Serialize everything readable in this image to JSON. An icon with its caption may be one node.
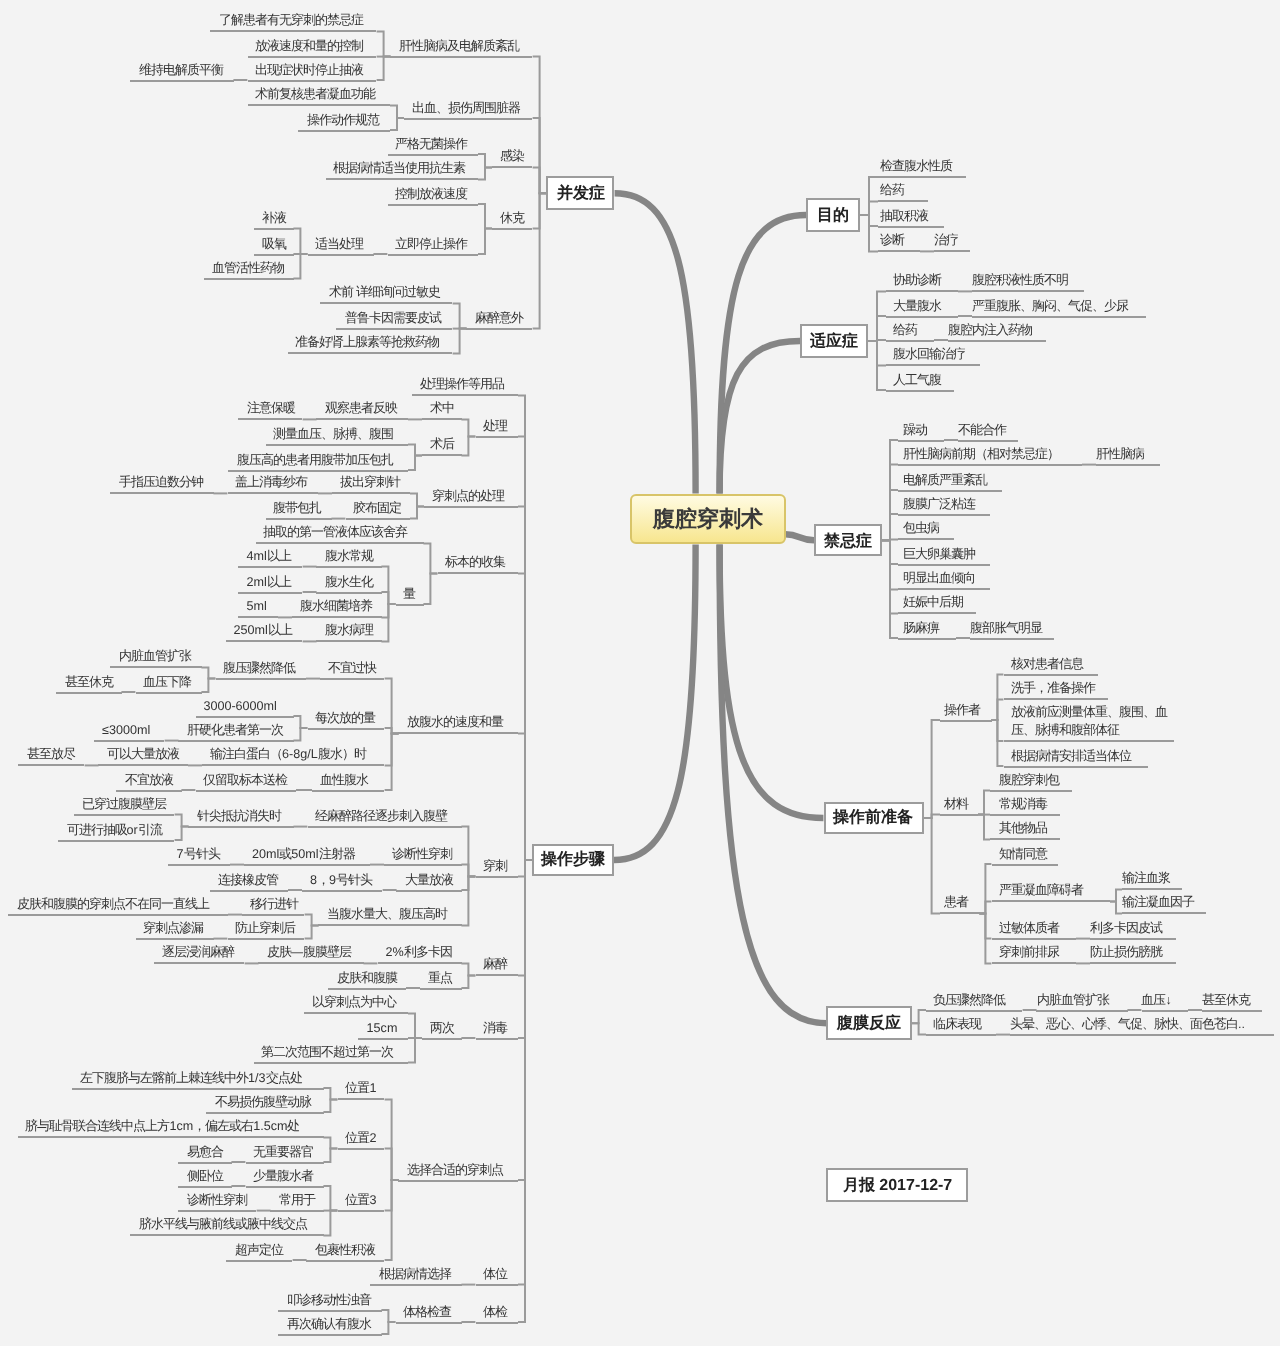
{
  "diagram": {
    "nodes": [
      {
        "text": [
          "腹腔穿刺术"
        ]
      },
      {
        "text": [
          "目的"
        ]
      },
      {
        "text": [
          "检查腹水性质"
        ]
      },
      {
        "text": [
          "给药"
        ]
      },
      {
        "text": [
          "抽取积液"
        ]
      },
      {
        "text": [
          "诊断"
        ]
      },
      {
        "text": [
          "治疗"
        ]
      },
      {
        "text": [
          "适应症"
        ]
      },
      {
        "text": [
          "协助诊断"
        ]
      },
      {
        "text": [
          "腹腔积液性质不明"
        ]
      },
      {
        "text": [
          "大量腹水"
        ]
      },
      {
        "text": [
          "严重腹胀、胸闷、气促、少尿"
        ]
      },
      {
        "text": [
          "给药"
        ]
      },
      {
        "text": [
          "腹腔内注入药物"
        ]
      },
      {
        "text": [
          "腹水回输治疗"
        ]
      },
      {
        "text": [
          "人工气腹"
        ]
      },
      {
        "text": [
          "禁忌症"
        ]
      },
      {
        "text": [
          "躁动"
        ]
      },
      {
        "text": [
          "不能合作"
        ]
      },
      {
        "text": [
          "肝性脑病前期（相对禁忌症）"
        ]
      },
      {
        "text": [
          "肝性脑病"
        ]
      },
      {
        "text": [
          "电解质严重紊乱"
        ]
      },
      {
        "text": [
          "腹膜广泛粘连"
        ]
      },
      {
        "text": [
          "包虫病"
        ]
      },
      {
        "text": [
          "巨大卵巢囊肿"
        ]
      },
      {
        "text": [
          "明显出血倾向"
        ]
      },
      {
        "text": [
          "妊娠中后期"
        ]
      },
      {
        "text": [
          "肠麻痹"
        ]
      },
      {
        "text": [
          "腹部胀气明显"
        ]
      },
      {
        "text": [
          "操作前准备"
        ]
      },
      {
        "text": [
          "操作者"
        ]
      },
      {
        "text": [
          "核对患者信息"
        ]
      },
      {
        "text": [
          "洗手，准备操作"
        ]
      },
      {
        "text": [
          "放液前应测量体重、腹围、血压、脉搏和腹部体征"
        ]
      },
      {
        "text": [
          "根据病情安排适当体位"
        ]
      },
      {
        "text": [
          "材料"
        ]
      },
      {
        "text": [
          "腹腔穿刺包"
        ]
      },
      {
        "text": [
          "常规消毒"
        ]
      },
      {
        "text": [
          "其他物品"
        ]
      },
      {
        "text": [
          "患者"
        ]
      },
      {
        "text": [
          "知情同意"
        ]
      },
      {
        "text": [
          "严重凝血障碍者"
        ]
      },
      {
        "text": [
          "输注血浆"
        ]
      },
      {
        "text": [
          "输注凝血因子"
        ]
      },
      {
        "text": [
          "过敏体质者"
        ]
      },
      {
        "text": [
          "利多卡因皮试"
        ]
      },
      {
        "text": [
          "穿刺前排尿"
        ]
      },
      {
        "text": [
          "防止损伤膀胱"
        ]
      },
      {
        "text": [
          "腹膜反应"
        ]
      },
      {
        "text": [
          "负压骤然降低"
        ]
      },
      {
        "text": [
          "内脏血管扩张"
        ]
      },
      {
        "text": [
          "血压↓"
        ]
      },
      {
        "text": [
          "甚至休克"
        ]
      },
      {
        "text": [
          "临床表现"
        ]
      },
      {
        "text": [
          "头晕、恶心、心悸、气促、脉快、面色苍白.."
        ]
      },
      {
        "text": [
          "操作步骤"
        ]
      },
      {
        "text": [
          "处理操作等用品"
        ]
      },
      {
        "text": [
          "处理"
        ]
      },
      {
        "text": [
          "术中"
        ]
      },
      {
        "text": [
          "观察患者反映"
        ]
      },
      {
        "text": [
          "注意保暖"
        ]
      },
      {
        "text": [
          "术后"
        ]
      },
      {
        "text": [
          "测量血压、脉搏、腹围"
        ]
      },
      {
        "text": [
          "腹压高的患者用腹带加压包扎"
        ]
      },
      {
        "text": [
          "穿刺点的处理"
        ]
      },
      {
        "text": [
          "拔出穿刺针"
        ]
      },
      {
        "text": [
          "盖上消毒纱布"
        ]
      },
      {
        "text": [
          "手指压迫数分钟"
        ]
      },
      {
        "text": [
          "胶布固定"
        ]
      },
      {
        "text": [
          "腹带包扎"
        ]
      },
      {
        "text": [
          "标本的收集"
        ]
      },
      {
        "text": [
          "抽取的第一管液体应该舍弃"
        ]
      },
      {
        "text": [
          "量"
        ]
      },
      {
        "text": [
          "腹水常规"
        ]
      },
      {
        "text": [
          "4ml以上"
        ]
      },
      {
        "text": [
          "腹水生化"
        ]
      },
      {
        "text": [
          "2ml以上"
        ]
      },
      {
        "text": [
          "腹水细菌培养"
        ]
      },
      {
        "text": [
          "5ml"
        ]
      },
      {
        "text": [
          "腹水病理"
        ]
      },
      {
        "text": [
          "250ml以上"
        ]
      },
      {
        "text": [
          "放腹水的速度和量"
        ]
      },
      {
        "text": [
          "不宜过快"
        ]
      },
      {
        "text": [
          "腹压骤然降低"
        ]
      },
      {
        "text": [
          "内脏血管扩张"
        ]
      },
      {
        "text": [
          "血压下降"
        ]
      },
      {
        "text": [
          "甚至休克"
        ]
      },
      {
        "text": [
          "每次放的量"
        ]
      },
      {
        "text": [
          "3000-6000ml"
        ]
      },
      {
        "text": [
          "肝硬化患者第一次"
        ]
      },
      {
        "text": [
          "≤3000ml"
        ]
      },
      {
        "text": [
          "输注白蛋白（6-8g/L腹水）时"
        ]
      },
      {
        "text": [
          "可以大量放液"
        ]
      },
      {
        "text": [
          "甚至放尽"
        ]
      },
      {
        "text": [
          "血性腹水"
        ]
      },
      {
        "text": [
          "仅留取标本送检"
        ]
      },
      {
        "text": [
          "不宜放液"
        ]
      },
      {
        "text": [
          "穿刺"
        ]
      },
      {
        "text": [
          "经麻醉路径逐步刺入腹壁"
        ]
      },
      {
        "text": [
          "针尖抵抗消失时"
        ]
      },
      {
        "text": [
          "已穿过腹膜壁层"
        ]
      },
      {
        "text": [
          "可进行抽吸or引流"
        ]
      },
      {
        "text": [
          "诊断性穿刺"
        ]
      },
      {
        "text": [
          "20ml或50ml注射器"
        ]
      },
      {
        "text": [
          "7号针头"
        ]
      },
      {
        "text": [
          "大量放液"
        ]
      },
      {
        "text": [
          "8，9号针头"
        ]
      },
      {
        "text": [
          "连接橡皮管"
        ]
      },
      {
        "text": [
          "当腹水量大、腹压高时"
        ]
      },
      {
        "text": [
          "移行进针"
        ]
      },
      {
        "text": [
          "皮肤和腹膜的穿刺点不在同一直线上"
        ]
      },
      {
        "text": [
          "防止穿刺后"
        ]
      },
      {
        "text": [
          "穿刺点渗漏"
        ]
      },
      {
        "text": [
          "麻醉"
        ]
      },
      {
        "text": [
          "2%利多卡因"
        ]
      },
      {
        "text": [
          "皮肤—腹膜壁层"
        ]
      },
      {
        "text": [
          "逐层浸润麻醉"
        ]
      },
      {
        "text": [
          "重点"
        ]
      },
      {
        "text": [
          "皮肤和腹膜"
        ]
      },
      {
        "text": [
          "消毒"
        ]
      },
      {
        "text": [
          "两次"
        ]
      },
      {
        "text": [
          "以穿刺点为中心"
        ]
      },
      {
        "text": [
          "15cm"
        ]
      },
      {
        "text": [
          "第二次范围不超过第一次"
        ]
      },
      {
        "text": [
          "选择合适的穿刺点"
        ]
      },
      {
        "text": [
          "位置1"
        ]
      },
      {
        "text": [
          "左下腹脐与左髂前上棘连线中外1/3交点处"
        ]
      },
      {
        "text": [
          "不易损伤腹壁动脉"
        ]
      },
      {
        "text": [
          "位置2"
        ]
      },
      {
        "text": [
          "脐与耻骨联合连线中点上方1cm，偏左或右1.5cm处"
        ]
      },
      {
        "text": [
          "无重要器官"
        ]
      },
      {
        "text": [
          "易愈合"
        ]
      },
      {
        "text": [
          "位置3"
        ]
      },
      {
        "text": [
          "少量腹水者"
        ]
      },
      {
        "text": [
          "侧卧位"
        ]
      },
      {
        "text": [
          "常用于"
        ]
      },
      {
        "text": [
          "诊断性穿刺"
        ]
      },
      {
        "text": [
          "脐水平线与腋前线或腋中线交点"
        ]
      },
      {
        "text": [
          "包裹性积液"
        ]
      },
      {
        "text": [
          "超声定位"
        ]
      },
      {
        "text": [
          "体位"
        ]
      },
      {
        "text": [
          "根据病情选择"
        ]
      },
      {
        "text": [
          "体检"
        ]
      },
      {
        "text": [
          "体格检查"
        ]
      },
      {
        "text": [
          "叩诊移动性浊音"
        ]
      },
      {
        "text": [
          "再次确认有腹水"
        ]
      },
      {
        "text": [
          "并发症"
        ]
      },
      {
        "text": [
          "肝性脑病及电解质紊乱"
        ]
      },
      {
        "text": [
          "了解患者有无穿刺的禁忌症"
        ]
      },
      {
        "text": [
          "放液速度和量的控制"
        ]
      },
      {
        "text": [
          "出现症状时停止抽液"
        ]
      },
      {
        "text": [
          "维持电解质平衡"
        ]
      },
      {
        "text": [
          "出血、损伤周围脏器"
        ]
      },
      {
        "text": [
          "术前复核患者凝血功能"
        ]
      },
      {
        "text": [
          "操作动作规范"
        ]
      },
      {
        "text": [
          "感染"
        ]
      },
      {
        "text": [
          "严格无菌操作"
        ]
      },
      {
        "text": [
          "根据病情适当使用抗生素"
        ]
      },
      {
        "text": [
          "休克"
        ]
      },
      {
        "text": [
          "控制放液速度"
        ]
      },
      {
        "text": [
          "立即停止操作"
        ]
      },
      {
        "text": [
          "适当处理"
        ]
      },
      {
        "text": [
          "补液"
        ]
      },
      {
        "text": [
          "吸氧"
        ]
      },
      {
        "text": [
          "血管活性药物"
        ]
      },
      {
        "text": [
          "麻醉意外"
        ]
      },
      {
        "text": [
          "术前 详细询问过敏史"
        ]
      },
      {
        "text": [
          "普鲁卡因需要皮试"
        ]
      },
      {
        "text": [
          "准备好肾上腺素等抢救药物"
        ]
      },
      {
        "text": [
          "月报 2017-12-7"
        ]
      }
    ],
    "edges": [
      {
        "from": 0,
        "to": 1,
        "arrow": "none",
        "style": "thick"
      },
      {
        "from": 0,
        "to": 7,
        "arrow": "none",
        "style": "thick"
      },
      {
        "from": 0,
        "to": 16,
        "arrow": "none",
        "style": "thick"
      },
      {
        "from": 0,
        "to": 29,
        "arrow": "none",
        "style": "thick"
      },
      {
        "from": 0,
        "to": 48,
        "arrow": "none",
        "style": "thick"
      },
      {
        "from": 0,
        "to": 55,
        "arrow": "none",
        "style": "thick"
      },
      {
        "from": 0,
        "to": 146,
        "arrow": "none",
        "style": "thick"
      },
      {
        "from": 1,
        "to": 2,
        "arrow": "none"
      },
      {
        "from": 1,
        "to": 3,
        "arrow": "none"
      },
      {
        "from": 1,
        "to": 4,
        "arrow": "none"
      },
      {
        "from": 1,
        "to": 5,
        "arrow": "none"
      },
      {
        "from": 5,
        "to": 6,
        "arrow": "none"
      },
      {
        "from": 7,
        "to": 8,
        "arrow": "none"
      },
      {
        "from": 8,
        "to": 9,
        "arrow": "none"
      },
      {
        "from": 7,
        "to": 10,
        "arrow": "none"
      },
      {
        "from": 10,
        "to": 11,
        "arrow": "none"
      },
      {
        "from": 7,
        "to": 12,
        "arrow": "none"
      },
      {
        "from": 12,
        "to": 13,
        "arrow": "none"
      },
      {
        "from": 7,
        "to": 14,
        "arrow": "none"
      },
      {
        "from": 7,
        "to": 15,
        "arrow": "none"
      },
      {
        "from": 16,
        "to": 17,
        "arrow": "none"
      },
      {
        "from": 17,
        "to": 18,
        "arrow": "none"
      },
      {
        "from": 16,
        "to": 19,
        "arrow": "none"
      },
      {
        "from": 19,
        "to": 20,
        "arrow": "none"
      },
      {
        "from": 16,
        "to": 21,
        "arrow": "none"
      },
      {
        "from": 16,
        "to": 22,
        "arrow": "none"
      },
      {
        "from": 16,
        "to": 23,
        "arrow": "none"
      },
      {
        "from": 16,
        "to": 24,
        "arrow": "none"
      },
      {
        "from": 16,
        "to": 25,
        "arrow": "none"
      },
      {
        "from": 16,
        "to": 26,
        "arrow": "none"
      },
      {
        "from": 16,
        "to": 27,
        "arrow": "none"
      },
      {
        "from": 27,
        "to": 28,
        "arrow": "none"
      },
      {
        "from": 29,
        "to": 30,
        "arrow": "none"
      },
      {
        "from": 30,
        "to": 31,
        "arrow": "none"
      },
      {
        "from": 30,
        "to": 32,
        "arrow": "none"
      },
      {
        "from": 30,
        "to": 33,
        "arrow": "none"
      },
      {
        "from": 30,
        "to": 34,
        "arrow": "none"
      },
      {
        "from": 29,
        "to": 35,
        "arrow": "none"
      },
      {
        "from": 35,
        "to": 36,
        "arrow": "none"
      },
      {
        "from": 35,
        "to": 37,
        "arrow": "none"
      },
      {
        "from": 35,
        "to": 38,
        "arrow": "none"
      },
      {
        "from": 29,
        "to": 39,
        "arrow": "none"
      },
      {
        "from": 39,
        "to": 40,
        "arrow": "none"
      },
      {
        "from": 39,
        "to": 41,
        "arrow": "none"
      },
      {
        "from": 41,
        "to": 42,
        "arrow": "none"
      },
      {
        "from": 41,
        "to": 43,
        "arrow": "none"
      },
      {
        "from": 39,
        "to": 44,
        "arrow": "none"
      },
      {
        "from": 44,
        "to": 45,
        "arrow": "none"
      },
      {
        "from": 39,
        "to": 46,
        "arrow": "none"
      },
      {
        "from": 46,
        "to": 47,
        "arrow": "none"
      },
      {
        "from": 48,
        "to": 49,
        "arrow": "none"
      },
      {
        "from": 49,
        "to": 50,
        "arrow": "none"
      },
      {
        "from": 50,
        "to": 51,
        "arrow": "none"
      },
      {
        "from": 51,
        "to": 52,
        "arrow": "none"
      },
      {
        "from": 48,
        "to": 53,
        "arrow": "none"
      },
      {
        "from": 53,
        "to": 54,
        "arrow": "none"
      },
      {
        "from": 55,
        "to": 56,
        "arrow": "none"
      },
      {
        "from": 55,
        "to": 57,
        "arrow": "none"
      },
      {
        "from": 57,
        "to": 58,
        "arrow": "none"
      },
      {
        "from": 58,
        "to": 59,
        "arrow": "none"
      },
      {
        "from": 59,
        "to": 60,
        "arrow": "none"
      },
      {
        "from": 57,
        "to": 61,
        "arrow": "none"
      },
      {
        "from": 61,
        "to": 62,
        "arrow": "none"
      },
      {
        "from": 61,
        "to": 63,
        "arrow": "none"
      },
      {
        "from": 55,
        "to": 64,
        "arrow": "none"
      },
      {
        "from": 64,
        "to": 65,
        "arrow": "none"
      },
      {
        "from": 65,
        "to": 66,
        "arrow": "none"
      },
      {
        "from": 66,
        "to": 67,
        "arrow": "none"
      },
      {
        "from": 64,
        "to": 68,
        "arrow": "none"
      },
      {
        "from": 68,
        "to": 69,
        "arrow": "none"
      },
      {
        "from": 55,
        "to": 70,
        "arrow": "none"
      },
      {
        "from": 70,
        "to": 71,
        "arrow": "none"
      },
      {
        "from": 70,
        "to": 72,
        "arrow": "none"
      },
      {
        "from": 72,
        "to": 73,
        "arrow": "none"
      },
      {
        "from": 73,
        "to": 74,
        "arrow": "none"
      },
      {
        "from": 72,
        "to": 75,
        "arrow": "none"
      },
      {
        "from": 75,
        "to": 76,
        "arrow": "none"
      },
      {
        "from": 72,
        "to": 77,
        "arrow": "none"
      },
      {
        "from": 77,
        "to": 78,
        "arrow": "none"
      },
      {
        "from": 72,
        "to": 79,
        "arrow": "none"
      },
      {
        "from": 79,
        "to": 80,
        "arrow": "none"
      },
      {
        "from": 55,
        "to": 81,
        "arrow": "none"
      },
      {
        "from": 81,
        "to": 82,
        "arrow": "none"
      },
      {
        "from": 82,
        "to": 83,
        "arrow": "none"
      },
      {
        "from": 83,
        "to": 84,
        "arrow": "none"
      },
      {
        "from": 83,
        "to": 85,
        "arrow": "none"
      },
      {
        "from": 85,
        "to": 86,
        "arrow": "none"
      },
      {
        "from": 81,
        "to": 87,
        "arrow": "none"
      },
      {
        "from": 87,
        "to": 88,
        "arrow": "none"
      },
      {
        "from": 87,
        "to": 89,
        "arrow": "none"
      },
      {
        "from": 89,
        "to": 90,
        "arrow": "none"
      },
      {
        "from": 81,
        "to": 91,
        "arrow": "none"
      },
      {
        "from": 91,
        "to": 92,
        "arrow": "none"
      },
      {
        "from": 92,
        "to": 93,
        "arrow": "none"
      },
      {
        "from": 81,
        "to": 94,
        "arrow": "none"
      },
      {
        "from": 94,
        "to": 95,
        "arrow": "none"
      },
      {
        "from": 95,
        "to": 96,
        "arrow": "none"
      },
      {
        "from": 55,
        "to": 97,
        "arrow": "none"
      },
      {
        "from": 97,
        "to": 98,
        "arrow": "none"
      },
      {
        "from": 98,
        "to": 99,
        "arrow": "none"
      },
      {
        "from": 99,
        "to": 100,
        "arrow": "none"
      },
      {
        "from": 99,
        "to": 101,
        "arrow": "none"
      },
      {
        "from": 97,
        "to": 102,
        "arrow": "none"
      },
      {
        "from": 102,
        "to": 103,
        "arrow": "none"
      },
      {
        "from": 103,
        "to": 104,
        "arrow": "none"
      },
      {
        "from": 97,
        "to": 105,
        "arrow": "none"
      },
      {
        "from": 105,
        "to": 106,
        "arrow": "none"
      },
      {
        "from": 106,
        "to": 107,
        "arrow": "none"
      },
      {
        "from": 97,
        "to": 108,
        "arrow": "none"
      },
      {
        "from": 108,
        "to": 109,
        "arrow": "none"
      },
      {
        "from": 109,
        "to": 110,
        "arrow": "none"
      },
      {
        "from": 108,
        "to": 111,
        "arrow": "none"
      },
      {
        "from": 111,
        "to": 112,
        "arrow": "none"
      },
      {
        "from": 55,
        "to": 113,
        "arrow": "none"
      },
      {
        "from": 113,
        "to": 114,
        "arrow": "none"
      },
      {
        "from": 114,
        "to": 115,
        "arrow": "none"
      },
      {
        "from": 115,
        "to": 116,
        "arrow": "none"
      },
      {
        "from": 113,
        "to": 117,
        "arrow": "none"
      },
      {
        "from": 117,
        "to": 118,
        "arrow": "none"
      },
      {
        "from": 55,
        "to": 119,
        "arrow": "none"
      },
      {
        "from": 119,
        "to": 120,
        "arrow": "none"
      },
      {
        "from": 120,
        "to": 121,
        "arrow": "none"
      },
      {
        "from": 120,
        "to": 122,
        "arrow": "none"
      },
      {
        "from": 120,
        "to": 123,
        "arrow": "none"
      },
      {
        "from": 55,
        "to": 124,
        "arrow": "none"
      },
      {
        "from": 124,
        "to": 125,
        "arrow": "none"
      },
      {
        "from": 125,
        "to": 126,
        "arrow": "none"
      },
      {
        "from": 125,
        "to": 127,
        "arrow": "none"
      },
      {
        "from": 124,
        "to": 128,
        "arrow": "none"
      },
      {
        "from": 128,
        "to": 129,
        "arrow": "none"
      },
      {
        "from": 128,
        "to": 130,
        "arrow": "none"
      },
      {
        "from": 130,
        "to": 131,
        "arrow": "none"
      },
      {
        "from": 124,
        "to": 132,
        "arrow": "none"
      },
      {
        "from": 132,
        "to": 133,
        "arrow": "none"
      },
      {
        "from": 133,
        "to": 134,
        "arrow": "none"
      },
      {
        "from": 132,
        "to": 135,
        "arrow": "none"
      },
      {
        "from": 135,
        "to": 136,
        "arrow": "none"
      },
      {
        "from": 132,
        "to": 137,
        "arrow": "none"
      },
      {
        "from": 124,
        "to": 138,
        "arrow": "none"
      },
      {
        "from": 138,
        "to": 139,
        "arrow": "none"
      },
      {
        "from": 55,
        "to": 140,
        "arrow": "none"
      },
      {
        "from": 140,
        "to": 141,
        "arrow": "none"
      },
      {
        "from": 55,
        "to": 142,
        "arrow": "none"
      },
      {
        "from": 142,
        "to": 143,
        "arrow": "none"
      },
      {
        "from": 143,
        "to": 144,
        "arrow": "none"
      },
      {
        "from": 143,
        "to": 145,
        "arrow": "none"
      },
      {
        "from": 146,
        "to": 147,
        "arrow": "none"
      },
      {
        "from": 147,
        "to": 148,
        "arrow": "none"
      },
      {
        "from": 147,
        "to": 149,
        "arrow": "none"
      },
      {
        "from": 147,
        "to": 150,
        "arrow": "none"
      },
      {
        "from": 150,
        "to": 151,
        "arrow": "none"
      },
      {
        "from": 146,
        "to": 152,
        "arrow": "none"
      },
      {
        "from": 152,
        "to": 153,
        "arrow": "none"
      },
      {
        "from": 152,
        "to": 154,
        "arrow": "none"
      },
      {
        "from": 146,
        "to": 155,
        "arrow": "none"
      },
      {
        "from": 155,
        "to": 156,
        "arrow": "none"
      },
      {
        "from": 155,
        "to": 157,
        "arrow": "none"
      },
      {
        "from": 146,
        "to": 158,
        "arrow": "none"
      },
      {
        "from": 158,
        "to": 159,
        "arrow": "none"
      },
      {
        "from": 158,
        "to": 160,
        "arrow": "none"
      },
      {
        "from": 160,
        "to": 161,
        "arrow": "none"
      },
      {
        "from": 161,
        "to": 162,
        "arrow": "none"
      },
      {
        "from": 161,
        "to": 163,
        "arrow": "none"
      },
      {
        "from": 161,
        "to": 164,
        "arrow": "none"
      },
      {
        "from": 146,
        "to": 165,
        "arrow": "none"
      },
      {
        "from": 165,
        "to": 166,
        "arrow": "none"
      },
      {
        "from": 165,
        "to": 167,
        "arrow": "none"
      },
      {
        "from": 165,
        "to": 168,
        "arrow": "none"
      }
    ]
  }
}
